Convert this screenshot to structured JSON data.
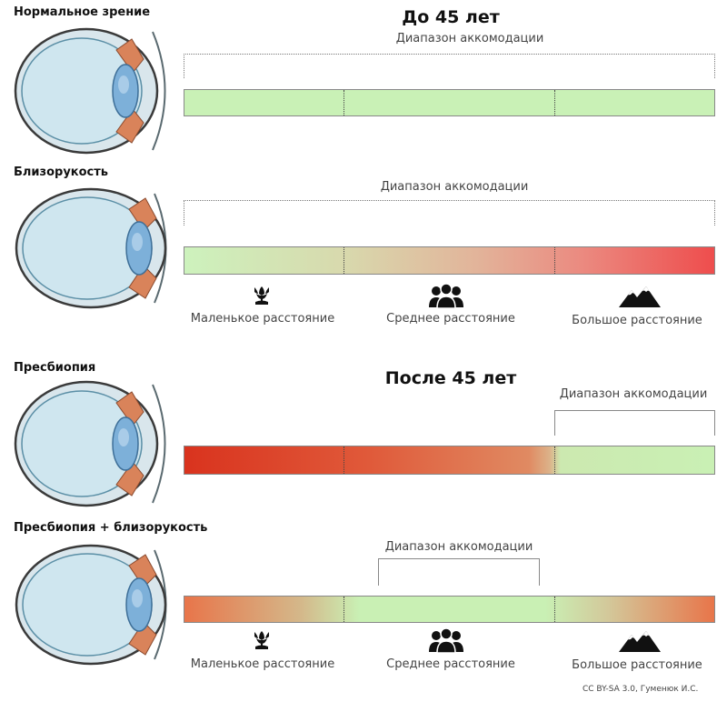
{
  "sections": [
    {
      "title": "Нормальное зрение"
    },
    {
      "title": "Близорукость"
    },
    {
      "title": "Пресбиопия"
    },
    {
      "title": "Пресбиопия + близорукость"
    }
  ],
  "age_titles": {
    "before": "До 45 лет",
    "after": "После 45 лет"
  },
  "range_label": "Диапазон аккомодации",
  "distances": {
    "small": "Маленькое расстояние",
    "medium": "Среднее расстояние",
    "large": "Большое расстояние"
  },
  "icons": {
    "small": "flower-icon",
    "medium": "people-icon",
    "large": "mountains-icon"
  },
  "colors": {
    "green": "#c8f0b4",
    "red": "#e8453c",
    "dark_red": "#d9331e",
    "orange": "#e8754a",
    "beige": "#dcc9a8"
  },
  "credit": "CC BY-SA 3.0, Гуменюк И.С."
}
